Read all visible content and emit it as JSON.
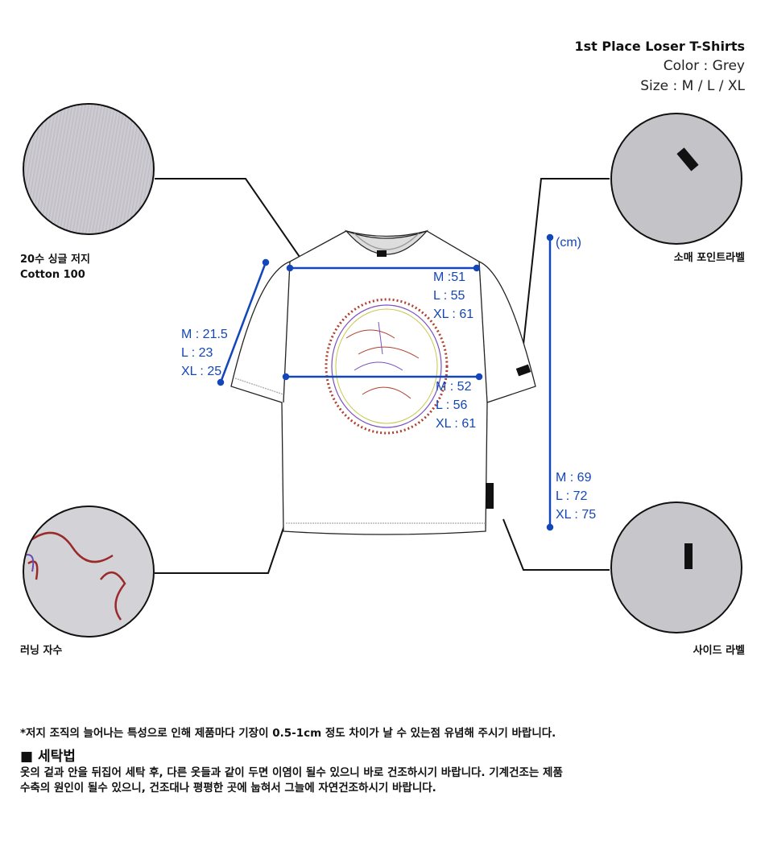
{
  "product": {
    "title": "1st Place Loser T-Shirts",
    "color": "Color : Grey",
    "size": "Size : M / L / XL"
  },
  "details": [
    {
      "label": "20수 싱글 저지",
      "sub": "Cotton 100"
    },
    {
      "label": "소매 포인트라벨"
    },
    {
      "label": "러닝 자수"
    },
    {
      "label": "사이드 라벨"
    }
  ],
  "measurements": {
    "unit": "(cm)",
    "chest": [
      "M :51",
      "L : 55",
      "XL : 61"
    ],
    "waist": [
      "M : 52",
      "L : 56",
      "XL : 61"
    ],
    "sleeve": [
      "M : 21.5",
      "L : 23",
      "XL : 25"
    ],
    "length": [
      "M : 69",
      "L : 72",
      "XL : 75"
    ]
  },
  "notes": {
    "disclaimer": "*저지 조직의 늘어나는 특성으로 인해 제품마다 기장이 0.5-1cm 정도 차이가 날 수 있는점 유념해 주시기 바랍니다.",
    "wash_title": "■ 세탁법",
    "wash_line1": "옷의 겉과 안을 뒤집어 세탁 후, 다른 옷들과 같이 두면 이염이 될수 있으니 바로 건조하시기 바랍니다. 기계건조는 제품",
    "wash_line2": "수축의 원인이 될수 있으니, 건조대나 평평한 곳에 눕혀서 그늘에 자연건조하시기 바랍니다."
  },
  "colors": {
    "measure": "#1346b8",
    "fabric": "#c9c8cc"
  }
}
